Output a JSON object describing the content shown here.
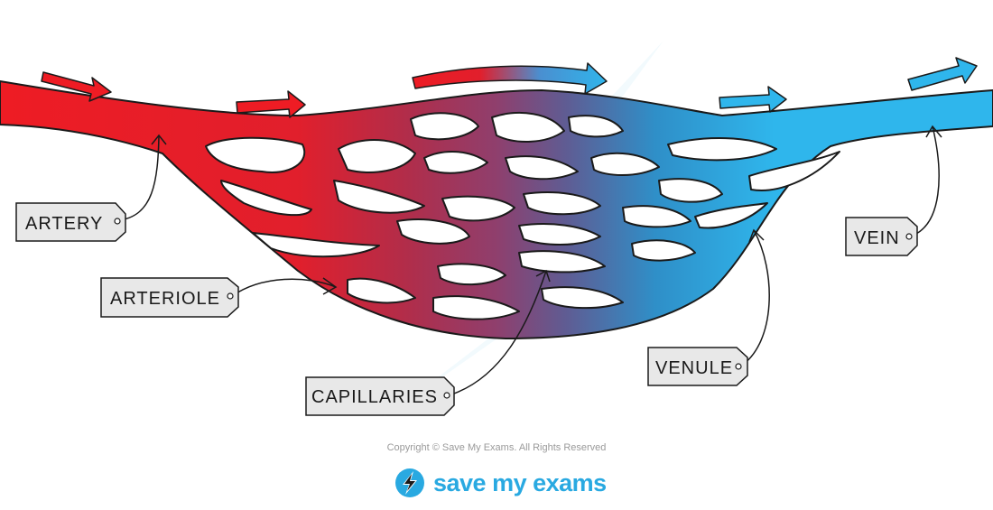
{
  "labels": {
    "artery": "ARTERY",
    "arteriole": "ARTERIOLE",
    "capillaries": "CAPILLARIES",
    "venule": "VENULE",
    "vein": "VEIN"
  },
  "footer": {
    "copyright": "Copyright © Save My Exams. All Rights Reserved",
    "brand": "save my exams"
  },
  "colors": {
    "artery": "#ee1c24",
    "mixed": "#8f3f6d",
    "vein": "#2fb6ec",
    "brand": "#29a9e1"
  },
  "icons": {
    "flow_arrow": "flow-arrow-icon",
    "brand_logo": "lightning-bolt-icon"
  }
}
